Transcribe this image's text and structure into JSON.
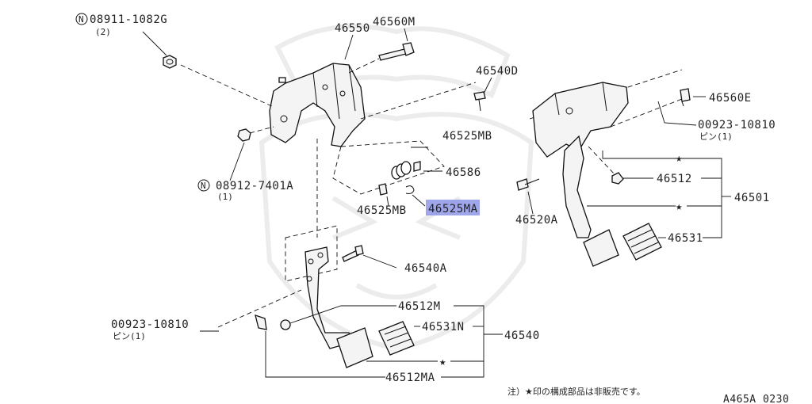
{
  "callouts": {
    "nut_upper": "08911-1082G",
    "nut_upper_qty": "(2)",
    "nut_lower": "08912-7401A",
    "nut_lower_qty": "(1)",
    "bracket": "46550",
    "bolt_top": "46560M",
    "bolt_right": "46540D",
    "bolt_far_right": "46560E",
    "pin_right": "00923-10810",
    "pin_right_sub": "ピン(1)",
    "bush_mb_upper": "46525MB",
    "spring": "46586",
    "bush_mb_lower": "46525MB",
    "bush_ma": "46525MA",
    "bush_right": "46512",
    "clutch_assy": "46501",
    "bolt_mid": "46520A",
    "pad_right": "46531",
    "bolt_lower": "46540A",
    "bush_m": "46512M",
    "pin_left": "00923-10810",
    "pin_left_sub": "ピン(1)",
    "pad_left": "46531N",
    "brake_assy": "46540",
    "bush_lower": "46512MA"
  },
  "symbols": {
    "star": "★",
    "circled_n": "N"
  },
  "footer": {
    "note": "注）★印の構成部品は非販売です。",
    "code": "A465A 0230"
  },
  "highlight": {
    "target": "46525MA",
    "color": "#8e97e6"
  }
}
